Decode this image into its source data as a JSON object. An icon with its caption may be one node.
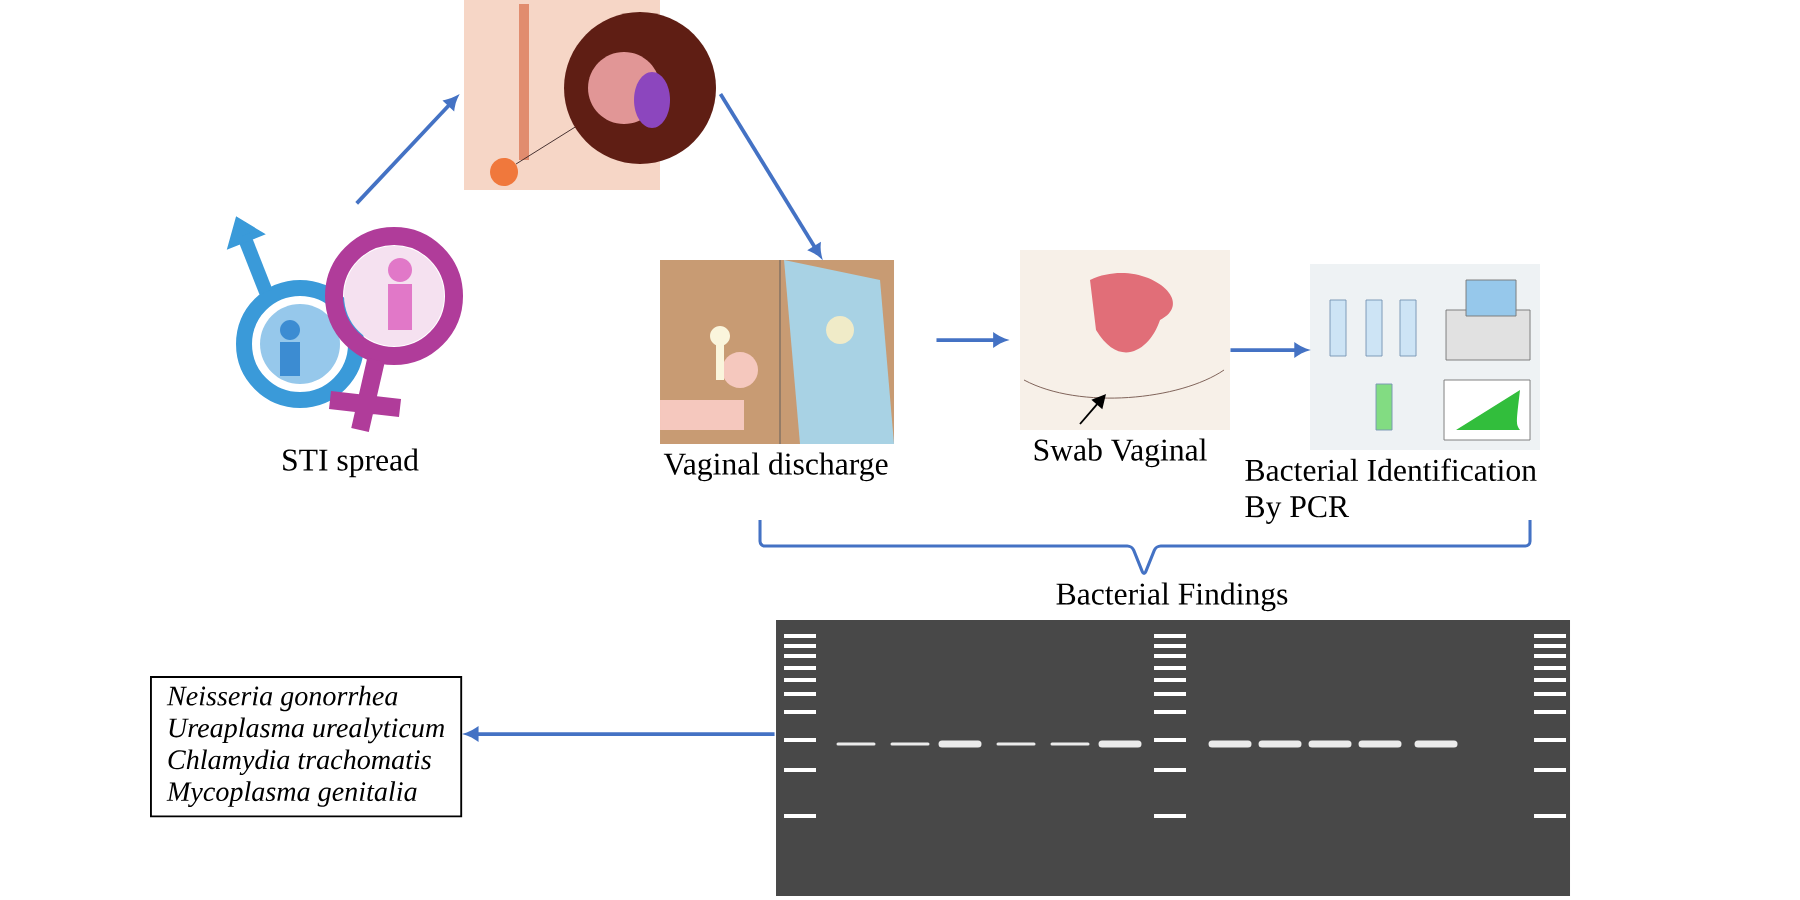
{
  "diagram": {
    "nodes": [
      {
        "text": [
          "STI spread"
        ]
      },
      {
        "text": [],
        "shape": "picture"
      },
      {
        "text": [
          "Vaginal discharge"
        ]
      },
      {
        "text": [
          "Swab Vaginal"
        ]
      },
      {
        "text": [
          "Bacterial Identification By PCR"
        ]
      },
      {
        "text": [
          "Bacterial Findings"
        ]
      },
      {
        "text": [
          "Neisseria gonorrhea",
          "Ureaplasma urealyticum",
          "Chlamydia trachomatis",
          "Mycoplasma genitalia"
        ]
      }
    ],
    "edges": [
      {
        "from": 0,
        "to": 1,
        "arrow": "to"
      },
      {
        "from": 1,
        "to": 2,
        "arrow": "to"
      },
      {
        "from": 2,
        "to": 3,
        "arrow": "to"
      },
      {
        "from": 3,
        "to": 4,
        "arrow": "to"
      },
      {
        "from": 5,
        "to": 6,
        "arrow": "to"
      }
    ]
  }
}
